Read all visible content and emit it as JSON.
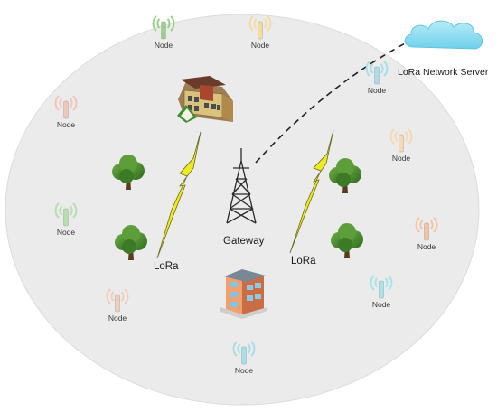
{
  "diagram": {
    "gateway_label": "Gateway",
    "server_label": "LoRa Network Server",
    "lora_left_label": "LoRa",
    "lora_right_label": "LoRa",
    "nodes": [
      {
        "label": "Node",
        "color": "#9ccf8a"
      },
      {
        "label": "Node",
        "color": "#f2dca0"
      },
      {
        "label": "Node",
        "color": "#a9dde8"
      },
      {
        "label": "Node",
        "color": "#f0c6b8"
      },
      {
        "label": "Node",
        "color": "#f4d9b4"
      },
      {
        "label": "Node",
        "color": "#b8ddb0"
      },
      {
        "label": "Node",
        "color": "#f2c4a4"
      },
      {
        "label": "Node",
        "color": "#f0cdbc"
      },
      {
        "label": "Node",
        "color": "#a9e4e8"
      },
      {
        "label": "Node",
        "color": "#a9dde8"
      }
    ],
    "colors": {
      "ellipse": "#e9e9e9",
      "cloud": "#8fdcf0",
      "lightning": "#ecea1e",
      "tree": "#3f7d2a",
      "tower": "#2b2b2b"
    }
  }
}
